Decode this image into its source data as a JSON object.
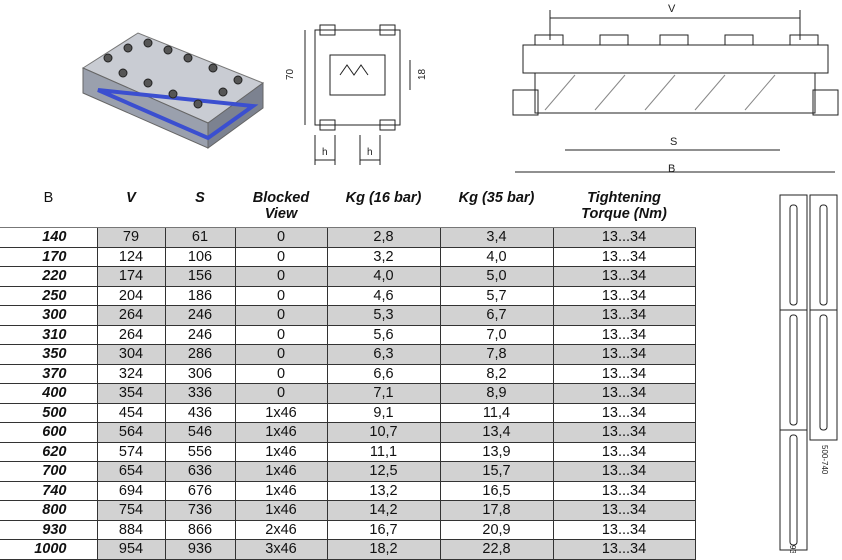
{
  "drawings": {
    "section_labels": {
      "height": "70",
      "slot": "18",
      "h_left": "h",
      "h_right": "h"
    },
    "top_view_labels": {
      "v": "V",
      "s": "S",
      "b": "B"
    },
    "side_view_labels": {
      "range": "500-740",
      "extra": "93"
    }
  },
  "table": {
    "headers": [
      "B",
      "V",
      "S",
      "Blocked View",
      "Kg (16 bar)",
      "Kg (35 bar)",
      "Tightening Torque (Nm)"
    ],
    "header_lines": [
      [
        "B"
      ],
      [
        "V"
      ],
      [
        "S"
      ],
      [
        "Blocked",
        "View"
      ],
      [
        "Kg (16 bar)"
      ],
      [
        "Kg (35 bar)"
      ],
      [
        "Tightening",
        "Torque (Nm)"
      ]
    ],
    "rows": [
      [
        "140",
        "79",
        "61",
        "0",
        "2,8",
        "3,4",
        "13...34"
      ],
      [
        "170",
        "124",
        "106",
        "0",
        "3,2",
        "4,0",
        "13...34"
      ],
      [
        "220",
        "174",
        "156",
        "0",
        "4,0",
        "5,0",
        "13...34"
      ],
      [
        "250",
        "204",
        "186",
        "0",
        "4,6",
        "5,7",
        "13...34"
      ],
      [
        "300",
        "264",
        "246",
        "0",
        "5,3",
        "6,7",
        "13...34"
      ],
      [
        "310",
        "264",
        "246",
        "0",
        "5,6",
        "7,0",
        "13...34"
      ],
      [
        "350",
        "304",
        "286",
        "0",
        "6,3",
        "7,8",
        "13...34"
      ],
      [
        "370",
        "324",
        "306",
        "0",
        "6,6",
        "8,2",
        "13...34"
      ],
      [
        "400",
        "354",
        "336",
        "0",
        "7,1",
        "8,9",
        "13...34"
      ],
      [
        "500",
        "454",
        "436",
        "1x46",
        "9,1",
        "11,4",
        "13...34"
      ],
      [
        "600",
        "564",
        "546",
        "1x46",
        "10,7",
        "13,4",
        "13...34"
      ],
      [
        "620",
        "574",
        "556",
        "1x46",
        "11,1",
        "13,9",
        "13...34"
      ],
      [
        "700",
        "654",
        "636",
        "1x46",
        "12,5",
        "15,7",
        "13...34"
      ],
      [
        "740",
        "694",
        "676",
        "1x46",
        "13,2",
        "16,5",
        "13...34"
      ],
      [
        "800",
        "754",
        "736",
        "1x46",
        "14,2",
        "17,8",
        "13...34"
      ],
      [
        "930",
        "884",
        "866",
        "2x46",
        "16,7",
        "20,9",
        "13...34"
      ],
      [
        "1000",
        "954",
        "936",
        "3x46",
        "18,2",
        "22,8",
        "13...34"
      ]
    ]
  }
}
